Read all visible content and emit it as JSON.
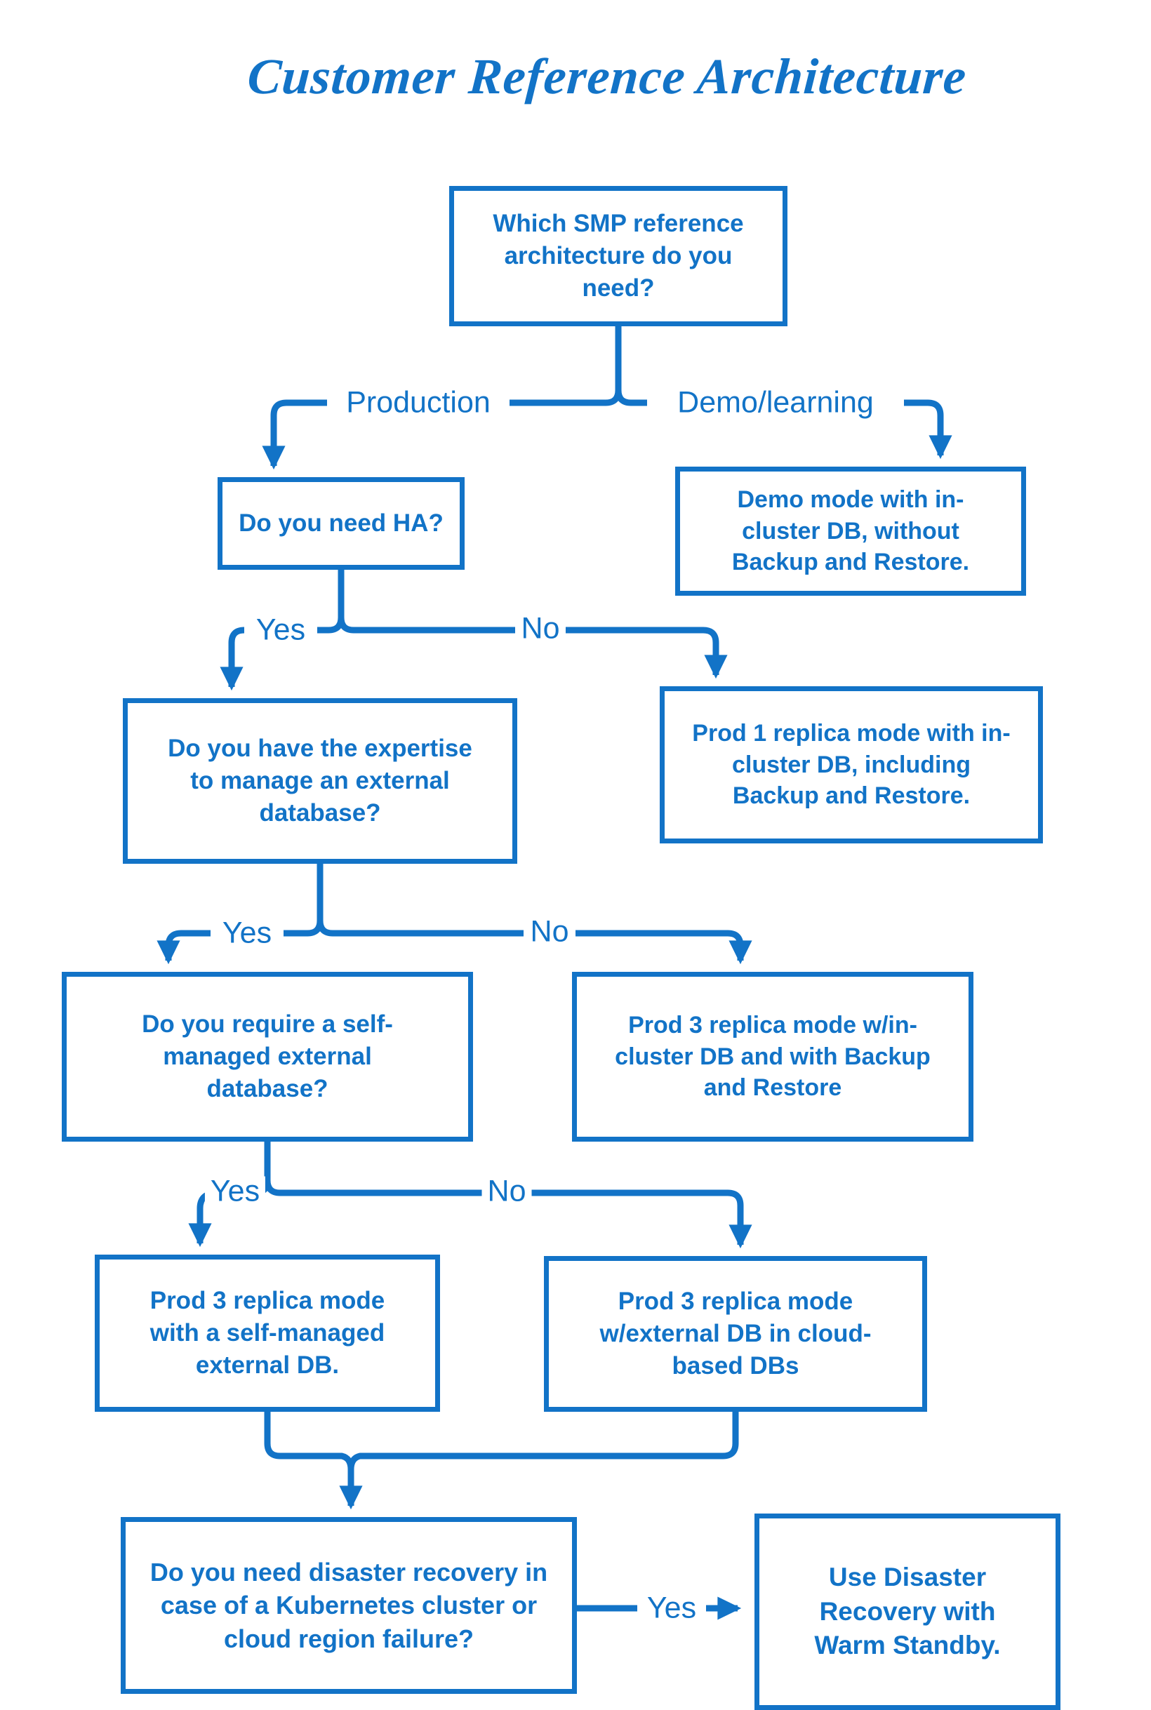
{
  "title": "Customer Reference Architecture",
  "accent_color": "#1273C7",
  "background_color": "#FFFFFF",
  "flowchart": {
    "nodes": [
      {
        "id": "q-architecture",
        "text": "Which SMP reference architecture do you need?"
      },
      {
        "id": "q-ha",
        "text": "Do you need HA?"
      },
      {
        "id": "demo-mode",
        "text": "Demo mode with in-cluster DB, without Backup and Restore."
      },
      {
        "id": "q-expertise",
        "text": "Do you have the expertise to manage an external database?"
      },
      {
        "id": "prod-1-replica",
        "text": "Prod 1 replica mode with in-cluster DB, including Backup and Restore."
      },
      {
        "id": "q-self-managed",
        "text": "Do you require a self-managed external database?"
      },
      {
        "id": "prod-3-in-cluster",
        "text": "Prod 3 replica mode w/in-cluster DB and with Backup and Restore"
      },
      {
        "id": "prod-3-self-managed",
        "text": "Prod 3 replica mode with a self-managed external DB."
      },
      {
        "id": "prod-3-cloud",
        "text": "Prod 3 replica mode w/external DB in cloud-based DBs"
      },
      {
        "id": "q-disaster-recovery",
        "text": "Do you need disaster recovery in case of a Kubernetes cluster or cloud region failure?"
      },
      {
        "id": "use-dr-warm-standby",
        "text": "Use Disaster Recovery with Warm Standby."
      }
    ],
    "edge_labels": [
      {
        "id": "production",
        "text": "Production"
      },
      {
        "id": "demo-learning",
        "text": "Demo/learning"
      },
      {
        "id": "ha-yes",
        "text": "Yes"
      },
      {
        "id": "ha-no",
        "text": "No"
      },
      {
        "id": "expertise-yes",
        "text": "Yes"
      },
      {
        "id": "expertise-no",
        "text": "No"
      },
      {
        "id": "self-managed-yes",
        "text": "Yes"
      },
      {
        "id": "self-managed-no",
        "text": "No"
      },
      {
        "id": "disaster-recovery-yes",
        "text": "Yes"
      }
    ]
  }
}
